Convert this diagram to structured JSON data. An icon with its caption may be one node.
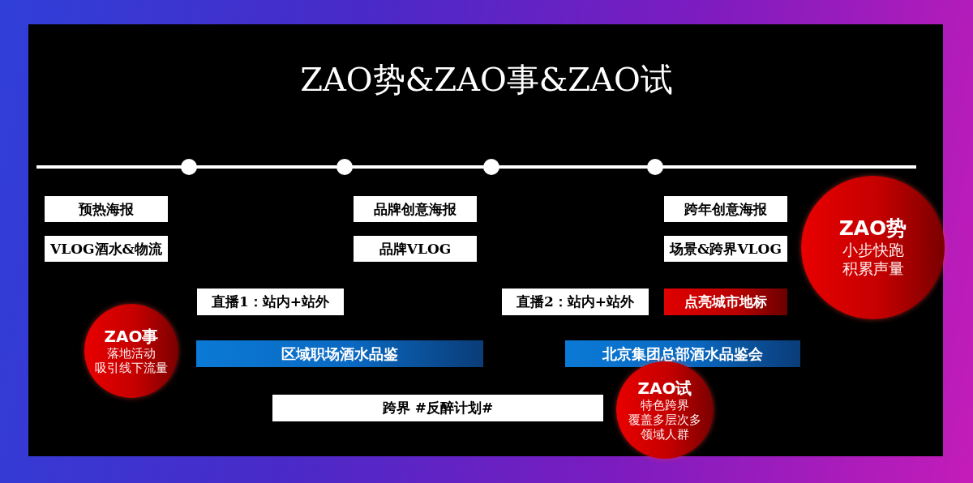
{
  "diagram": {
    "title": "ZAO势&ZAO事&ZAO试",
    "nodes": [
      {
        "text": [
          "预热海报"
        ]
      },
      {
        "text": [
          "品牌创意海报"
        ]
      },
      {
        "text": [
          "跨年创意海报"
        ]
      },
      {
        "text": [
          "ZAO势",
          "小步快跑",
          "积累声量"
        ]
      },
      {
        "text": [
          "VLOG酒水&物流"
        ]
      },
      {
        "text": [
          "品牌VLOG"
        ]
      },
      {
        "text": [
          "场景&跨界VLOG"
        ]
      },
      {
        "text": [
          "直播1：站内+站外"
        ]
      },
      {
        "text": [
          "直播2：站内+站外"
        ]
      },
      {
        "text": [
          "点亮城市地标"
        ]
      },
      {
        "text": [
          "ZAO事",
          "落地活动",
          "吸引线下流量"
        ]
      },
      {
        "text": [
          "区域职场酒水品鉴"
        ]
      },
      {
        "text": [
          "北京集团总部酒水品鉴会"
        ]
      },
      {
        "text": [
          "跨界 #反醉计划#"
        ]
      },
      {
        "text": [
          "ZAO试",
          "特色跨界",
          "覆盖多层次多领域人群"
        ]
      }
    ]
  }
}
